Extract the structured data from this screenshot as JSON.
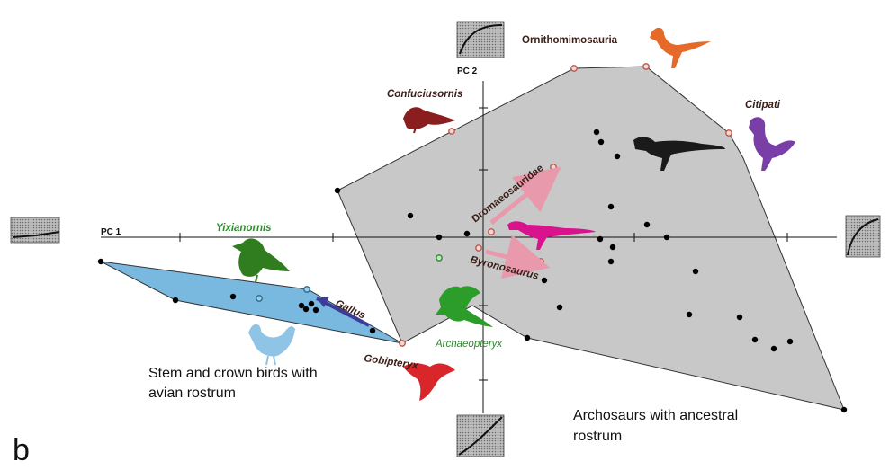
{
  "panel_label": "b",
  "axes": {
    "pc1_label": "PC 1",
    "pc2_label": "PC 2"
  },
  "group_labels": {
    "archosaurs": [
      "Archosaurs with ancestral",
      "rostrum"
    ],
    "birds": [
      "Stem and crown birds with",
      "avian rostrum"
    ]
  },
  "taxa": {
    "ornithomimosauria": "Ornithomimosauria",
    "confuciusornis": "Confuciusornis",
    "citipati": "Citipati",
    "dromaeosauridae": "Dromaeosauridae",
    "byronosaurus": "Byronosaurus",
    "yixianornis": "Yixianornis",
    "gallus": "Gallus",
    "gobipteryx": "Gobipteryx",
    "archaeopteryx": "Archaeopteryx"
  },
  "colors": {
    "archosaur_hull": "#c8c8c8",
    "bird_hull": "#79b8df",
    "arrow": "#e89aac",
    "gallus_arrow": "#3d3c9a",
    "point": "#000000",
    "marked_point": "#c0564a",
    "bird_taxon_label": "#2e8b2e",
    "taxon_label": "#3a1d16",
    "yixianornis_icon": "#2f7d1f",
    "archaeopteryx_icon": "#2c9c2a",
    "gallus_icon": "#8fc4e6",
    "gobipteryx_icon": "#d8262b",
    "confuciusornis_icon": "#8a1d1d",
    "ornithomimosauria_icon": "#e56a2a",
    "citipati_icon": "#7a3fa6",
    "dromaeosauridae_icon": "#d9128e",
    "tyrannosaur_icon": "#1a1a1a"
  },
  "icons": [
    "shape-thumbnail-icon",
    "bird-silhouette-icon",
    "dinosaur-silhouette-icon",
    "chicken-silhouette-icon"
  ]
}
